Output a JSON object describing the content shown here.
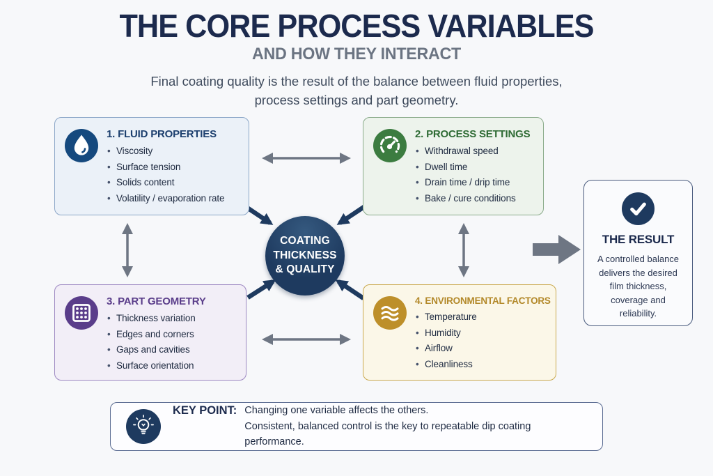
{
  "header": {
    "title": "THE CORE PROCESS VARIABLES",
    "subtitle": "AND HOW THEY INTERACT",
    "description_line1": "Final coating quality is the result of the balance between fluid properties,",
    "description_line2": "process settings and part geometry."
  },
  "boxes": [
    {
      "title": "1. FLUID PROPERTIES",
      "items": [
        "Viscosity",
        "Surface tension",
        "Solids content",
        "Volatility / evaporation rate"
      ],
      "icon": "water-drop-icon",
      "accent_color": "#15497e",
      "title_color": "#1c3f6e",
      "bg_color": "#ebf1f8",
      "border_color": "#8ba6c7"
    },
    {
      "title": "2. PROCESS SETTINGS",
      "items": [
        "Withdrawal speed",
        "Dwell time",
        "Drain time / drip time",
        "Bake / cure conditions"
      ],
      "icon": "gauge-icon",
      "accent_color": "#3c7c40",
      "title_color": "#2e6b34",
      "bg_color": "#edf3ec",
      "border_color": "#8aab8a"
    },
    {
      "title": "3. PART GEOMETRY",
      "items": [
        "Thickness variation",
        "Edges and corners",
        "Gaps and cavities",
        "Surface orientation"
      ],
      "icon": "grid-square-icon",
      "accent_color": "#5a3d8a",
      "title_color": "#5a3d8a",
      "bg_color": "#f2eef7",
      "border_color": "#9c87c1"
    },
    {
      "title": "4. ENVIRONMENTAL FACTORS",
      "items": [
        "Temperature",
        "Humidity",
        "Airflow",
        "Cleanliness"
      ],
      "icon": "waves-icon",
      "accent_color": "#bd8f2a",
      "title_color": "#b3892a",
      "bg_color": "#fbf7e8",
      "border_color": "#caa94e"
    }
  ],
  "center_node": {
    "line1": "COATING",
    "line2": "THICKNESS",
    "line3": "& QUALITY",
    "bg_color": "#1e3a5f",
    "text_color": "#ffffff"
  },
  "result": {
    "title": "THE RESULT",
    "body": "A controlled balance delivers the desired film thickness, coverage and reliability.",
    "icon": "check-icon",
    "accent_color": "#1e3a5f"
  },
  "key_point": {
    "label": "KEY POINT:",
    "line1": "Changing one variable affects the others.",
    "line2": "Consistent, balanced control is the key to repeatable dip coating performance.",
    "icon": "lightbulb-icon",
    "accent_color": "#1e3a5f"
  },
  "arrows": {
    "gray_color": "#6e7683",
    "navy_color": "#1e3a5f"
  }
}
